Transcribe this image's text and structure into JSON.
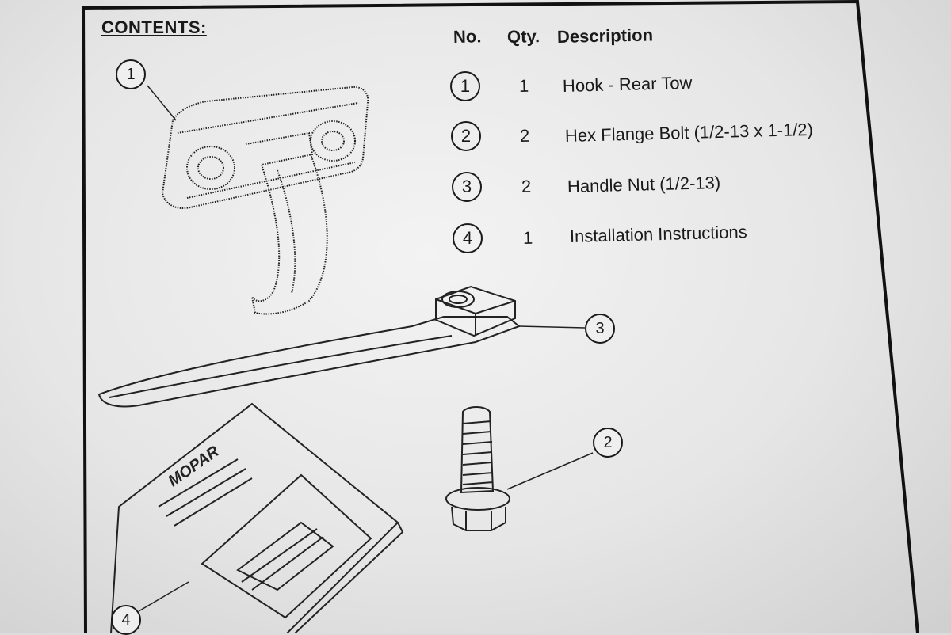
{
  "section_title": "CONTENTS:",
  "headers": {
    "no": "No.",
    "qty": "Qty.",
    "description": "Description"
  },
  "items": [
    {
      "no": "1",
      "qty": "1",
      "description": "Hook - Rear Tow"
    },
    {
      "no": "2",
      "qty": "2",
      "description": "Hex Flange Bolt (1/2-13 x 1-1/2)"
    },
    {
      "no": "3",
      "qty": "2",
      "description": "Handle Nut (1/2-13)"
    },
    {
      "no": "4",
      "qty": "1",
      "description": "Installation Instructions"
    }
  ],
  "callouts": {
    "hook": "1",
    "nut": "3",
    "bolt": "2",
    "booklet": "4"
  },
  "booklet_brand": "MOPAR"
}
